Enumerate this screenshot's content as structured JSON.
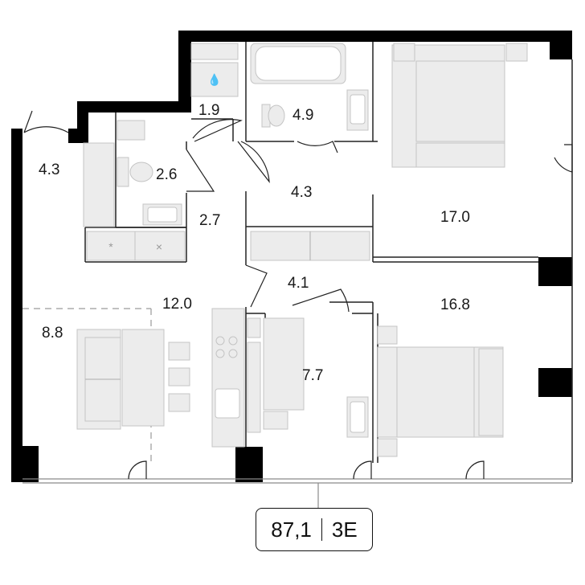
{
  "rooms": [
    {
      "name": "room-1-9",
      "area": "1.9"
    },
    {
      "name": "room-4-9",
      "area": "4.9"
    },
    {
      "name": "room-4-3-entry",
      "area": "4.3"
    },
    {
      "name": "room-2-6",
      "area": "2.6"
    },
    {
      "name": "room-4-3-hall",
      "area": "4.3"
    },
    {
      "name": "room-17-0",
      "area": "17.0"
    },
    {
      "name": "room-2-7",
      "area": "2.7"
    },
    {
      "name": "room-4-1",
      "area": "4.1"
    },
    {
      "name": "room-12-0",
      "area": "12.0"
    },
    {
      "name": "room-16-8",
      "area": "16.8"
    },
    {
      "name": "room-8-8",
      "area": "8.8"
    },
    {
      "name": "room-7-7",
      "area": "7.7"
    }
  ],
  "summary": {
    "total_area": "87,1",
    "type": "3E"
  },
  "colors": {
    "wall": "#000000",
    "furniture": "#ececec",
    "line": "#222222"
  },
  "icons": [
    "door-swing-icon",
    "sink-icon",
    "toilet-icon",
    "bathtub-icon",
    "stove-icon",
    "bed-icon",
    "sofa-icon"
  ]
}
